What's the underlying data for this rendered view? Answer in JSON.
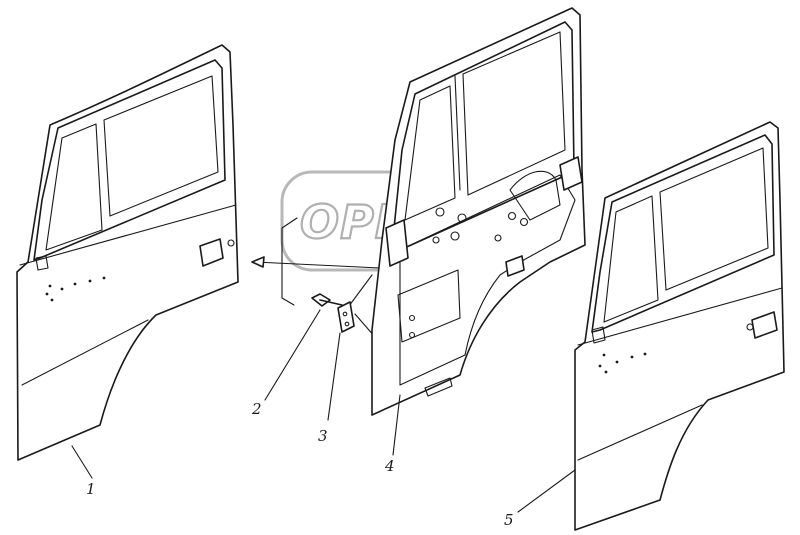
{
  "watermark": {
    "text": "OPEN"
  },
  "callouts": [
    {
      "id": "1",
      "label": "1"
    },
    {
      "id": "2",
      "label": "2"
    },
    {
      "id": "3",
      "label": "3"
    },
    {
      "id": "4",
      "label": "4"
    },
    {
      "id": "5",
      "label": "5"
    }
  ]
}
